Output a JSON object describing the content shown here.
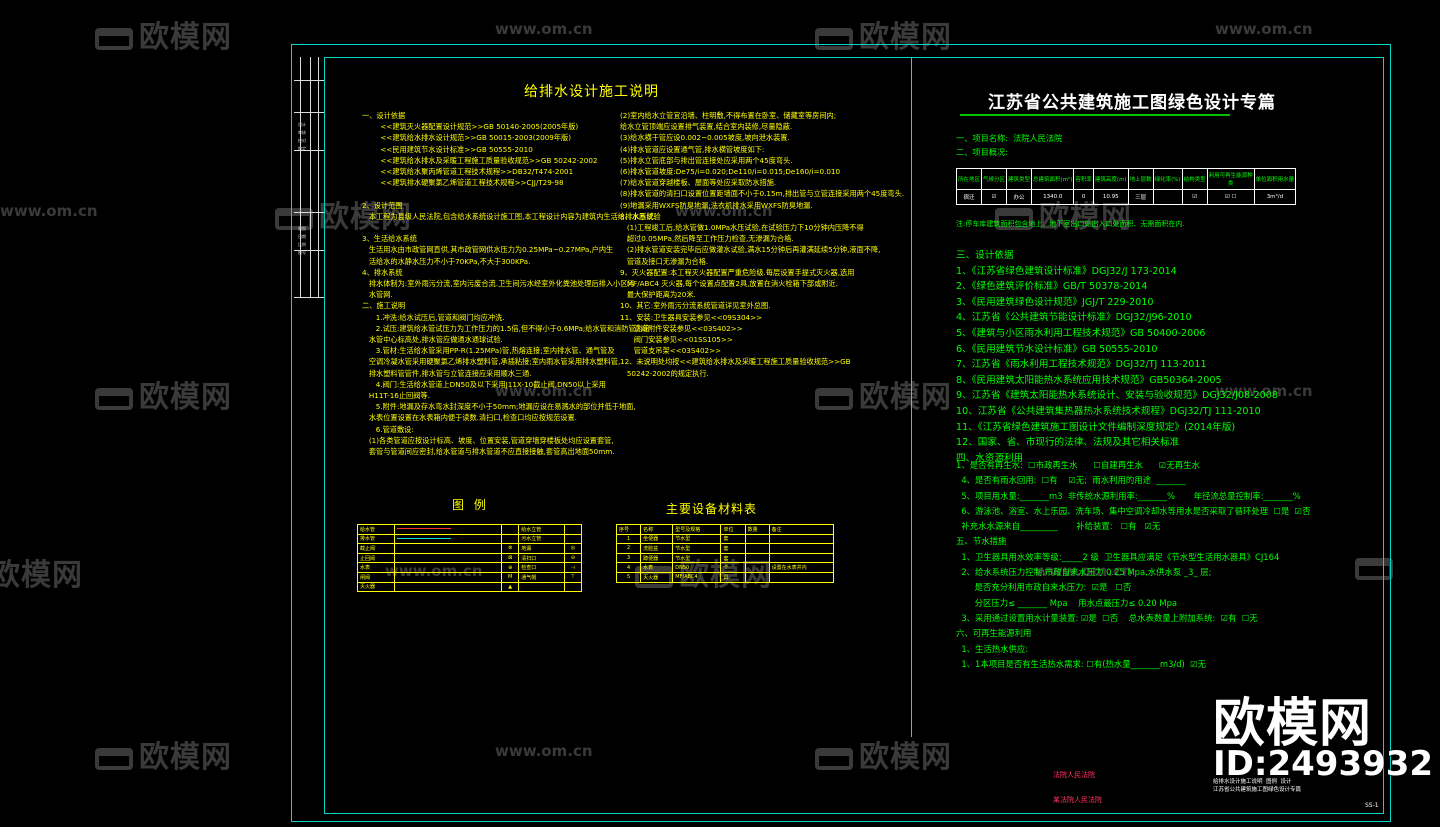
{
  "watermark": {
    "logo": "欧模网",
    "url": "www.om.cn"
  },
  "title_block_text": [
    "设计",
    "审核",
    "校对",
    "审定",
    "制图",
    "日期",
    "比例",
    "图号"
  ],
  "left_title": "给排水设计施工说明",
  "right_title": "江苏省公共建筑施工图绿色设计专篇",
  "left_col1": "一、设计依据\n        <<建筑灭火器配置设计规范>>GB 50140-2005(2005年版)\n        <<建筑给水排水设计规范>>GB 50015-2003(2009年版)\n        <<民用建筑节水设计标准>>GB 50555-2010\n        <<建筑给水排水及采暖工程施工质量验收规范>>GB 50242-2002\n        <<建筑给水聚丙烯管道工程技术规程>>DB32/T474-2001\n        <<建筑排水硬聚氯乙烯管道工程技术规程>>CJJ/T29-98\n\n2、设计范围\n   本工程为县级人民法院,包含给水系统设计施工图,本工程设计内容为建筑内生活给排水系统.\n\n3、生活给水系统\n   生活用水由市政管网直供,其市政管网供水压力为0.25MPa~0.27MPa,户内生\n   活给水的水静水压力不小于70KPa,不大于300KPa.\n4、排水系统\n   排水体制为:室外雨污分流,室内污废合流.卫生间污水经室外化粪池处理后排入小区污\n   水管网.\n二、施工说明\n      1.冲洗:给水试压后,管道和阀门均应冲洗.\n      2.试压:建筑给水管试压力为工作压力的1.5倍,但不得小于0.6MPa;给水管和消防管为给\n   水管中心标高处,排水管应做通水通球试验.\n      3.管材:生活给水管采用PP-R(1.25MPa)管,热熔连接;室内排水管、通气管及\n   空调冷凝水管采用硬聚氯乙烯排水塑料管,承插粘接;室内雨水管采用排水塑料管,\n   排水塑料管管件,排水管与立管连接应采用顺水三通.\n      4.阀门:生活给水管道上DN50及以下采用J11X-10截止阀,DN50以上采用\n   H11T-16止回阀等.\n      5.附件:地漏及存水弯水封深度不小于50mm;地漏应设在易溅水的部位并低于地面,\n   水表位置设置在水表箱内便于读数.清扫口,检查口均应按规范设置.\n      6.管道敷设:\n   (1)各类管道应按设计标高、坡度、位置安装,管道穿墙穿楼板处均应设置套管,\n   套管与管道间应密封,给水管道与排水管道不应直接接触,套管高出地面50mm.",
  "left_col2": "(2)室内给水立管宜沿墙、柱明敷,不得布置在卧室、储藏室等房间内;\n给水立管顶端应设置排气装置,结合室内装修,尽量隐蔽.\n(3)给水横干管应设0.002~0.005坡度,坡向泄水装置.\n(4)排水管道应设置通气管,排水横管坡度如下:\n(5)排水立管底部与排出管连接处应采用两个45度弯头.\n(6)排水管道坡度:De75/i=0.020;De110/i=0.015;De160/i=0.010\n(7)给水管道穿越楼板、屋面等处应采取防水措施.\n(8)排水管道的清扫口设置位置距墙面不小于0.15m,排出管与立管连接采用两个45度弯头.\n(9)地漏采用WXFS防臭地漏;洗衣机排水采用WXFS防臭地漏.\n8、水压试验\n   (1)工程竣工后,给水管做1.0MPa水压试验,在试验压力下10分钟内压降不得\n   超过0.05MPa,然后降至工作压力检查,无渗漏为合格.\n   (2)排水管道安装完毕后应做灌水试验,满水15分钟后再灌满延续5分钟,液面不降,\n   管道及接口无渗漏为合格.\n9、灭火器配置:本工程灭火器配置严重危险级.每层设置手提式灭火器,选用\n   MF/ABC4 灭火器,每个设置点配置2具,放置在消火栓箱下部或附近.\n   最大保护距离为20米.\n10、其它:室外雨污分流系统管道详见室外总图.\n11、安装:卫生器具安装参见<<09S304>>\n      管道附件安装参见<<03S402>>\n      阀门安装参见<<01SS105>>\n      管道支吊架<<03S402>>\n12、未说明处均按<<建筑给水排水及采暖工程施工质量验收规范>>GB\n   50242-2002的规定执行.",
  "legend": {
    "title": "图  例",
    "rows": [
      [
        "给水管",
        "",
        "",
        "给水立管",
        ""
      ],
      [
        "排水管",
        "",
        "",
        "污水立管",
        ""
      ],
      [
        "截止阀",
        "",
        "⊗",
        "地漏",
        "◎"
      ],
      [
        "止回阀",
        "",
        "⊠",
        "清扫口",
        "⊖"
      ],
      [
        "水表",
        "",
        "⊕",
        "检查口",
        "⊣"
      ],
      [
        "闸阀",
        "",
        "M",
        "通气帽",
        "⊤"
      ],
      [
        "灭火器",
        "",
        "▲",
        "",
        ""
      ]
    ]
  },
  "equipment": {
    "title": "主要设备材料表",
    "headers": [
      "序号",
      "名称",
      "型号及规格",
      "单位",
      "数量",
      "备注"
    ],
    "rows": [
      [
        "1",
        "坐便器",
        "节水型",
        "套",
        "",
        ""
      ],
      [
        "2",
        "洗脸盆",
        "节水型",
        "套",
        "",
        ""
      ],
      [
        "3",
        "蹲便器",
        "节水型",
        "套",
        "",
        ""
      ],
      [
        "4",
        "水表",
        "DN50",
        "个",
        "",
        "设置在水表井内"
      ],
      [
        "5",
        "灭火器",
        "MF/ABC4",
        "具",
        "",
        ""
      ]
    ]
  },
  "green_intro": "一、项目名称:  法院人民法院\n二、项目概况:",
  "green_table": {
    "headers": [
      "所在地区",
      "气候分区",
      "建筑类型",
      "总建筑面积(m²)",
      "容积率",
      "建筑高度(m)",
      "地上层数",
      "绿化率(%)",
      "结构类型",
      "利用可再生能源种类",
      "单位面积用水量"
    ],
    "values": [
      "宿迁",
      "☑",
      "办公",
      "1340.0",
      "0",
      "10.95",
      "三层",
      "",
      "☑",
      "☑  ☐",
      "3m³/d"
    ]
  },
  "green_note": "注:停车库建筑面积包含地上、地下室出口处出入口处面积、无需面积在内.",
  "green_list": "三、设计依据\n1、《江苏省绿色建筑设计标准》DGJ32/J 173-2014\n2、《绿色建筑评价标准》GB/T 50378-2014\n3、《民用建筑绿色设计规范》JGJ/T 229-2010\n4、江苏省《公共建筑节能设计标准》DGJ32/J96-2010\n5、《建筑与小区雨水利用工程技术规范》GB 50400-2006\n6、《民用建筑节水设计标准》GB 50555-2010\n7、江苏省《雨水利用工程技术规范》DGJ32/TJ 113-2011\n8、《民用建筑太阳能热水系统应用技术规范》GB50364-2005\n9、江苏省《建筑太阳能热水系统设计、安装与验收规范》DGJ32/J08-2008\n10、江苏省《公共建筑集热器热水系统技术规程》DGJ32/TJ 111-2010\n11、《江苏省绿色建筑施工图设计文件编制深度规定》(2014年版)\n12、国家、省、市现行的法律、法规及其它相关标准\n四、水资源利用",
  "green_rest": "1、是否有再生水:  ☐市政再生水      ☐自建再生水      ☑无再生水\n  4、是否有雨水回用:  ☐有    ☑无;  雨水利用的用途  _______\n  5、项目用水量:_______m3  非传统水源利用率:_______%       年径流总量控制率:_______%\n  6、游泳池、浴室、水上乐园、洗车场、集中空调冷却水等用水是否采取了循环处理  ☐是  ☑否\n  补充水水源来自_________       补给装置:   ☐有   ☑无\n五、节水措施\n  1、卫生器具用水效率等级:_____2 级  卫生器具应满足《节水型生活用水器具》CJ164\n  2、给水系统压力控制:市政自来水压力 0.25 Mpa,水供水泵 _3_ 层;\n       是否充分利用市政自来水压力:  ☑是   ☐否\n       分区压力≤ _______ Mpa    用水点最压力≤ 0.20 Mpa\n  3、采用通过设置用水计量装置: ☑是  ☐否    总水表数量上附加系统:  ☑有  ☐无\n六、可再生能源利用\n  1、生活热水供应:\n  1、1本项目是否有生活热水需求: ☐有(热水量_______m3/d)  ☑无",
  "stamp_red": [
    "法院人民法院",
    "某法院人民法院"
  ],
  "stamp_white": "给排水设计施工说明  图例  设计  \n江苏省公共建筑施工图绿色设计专篇",
  "sheet_no": "SS-1",
  "big_logo": "欧模网",
  "big_id": "ID:2493932",
  "colors": {
    "frame": "#00d9c8",
    "text": "#ffff00",
    "green_text": "#00ff00",
    "divider": "#ff6aa0"
  }
}
